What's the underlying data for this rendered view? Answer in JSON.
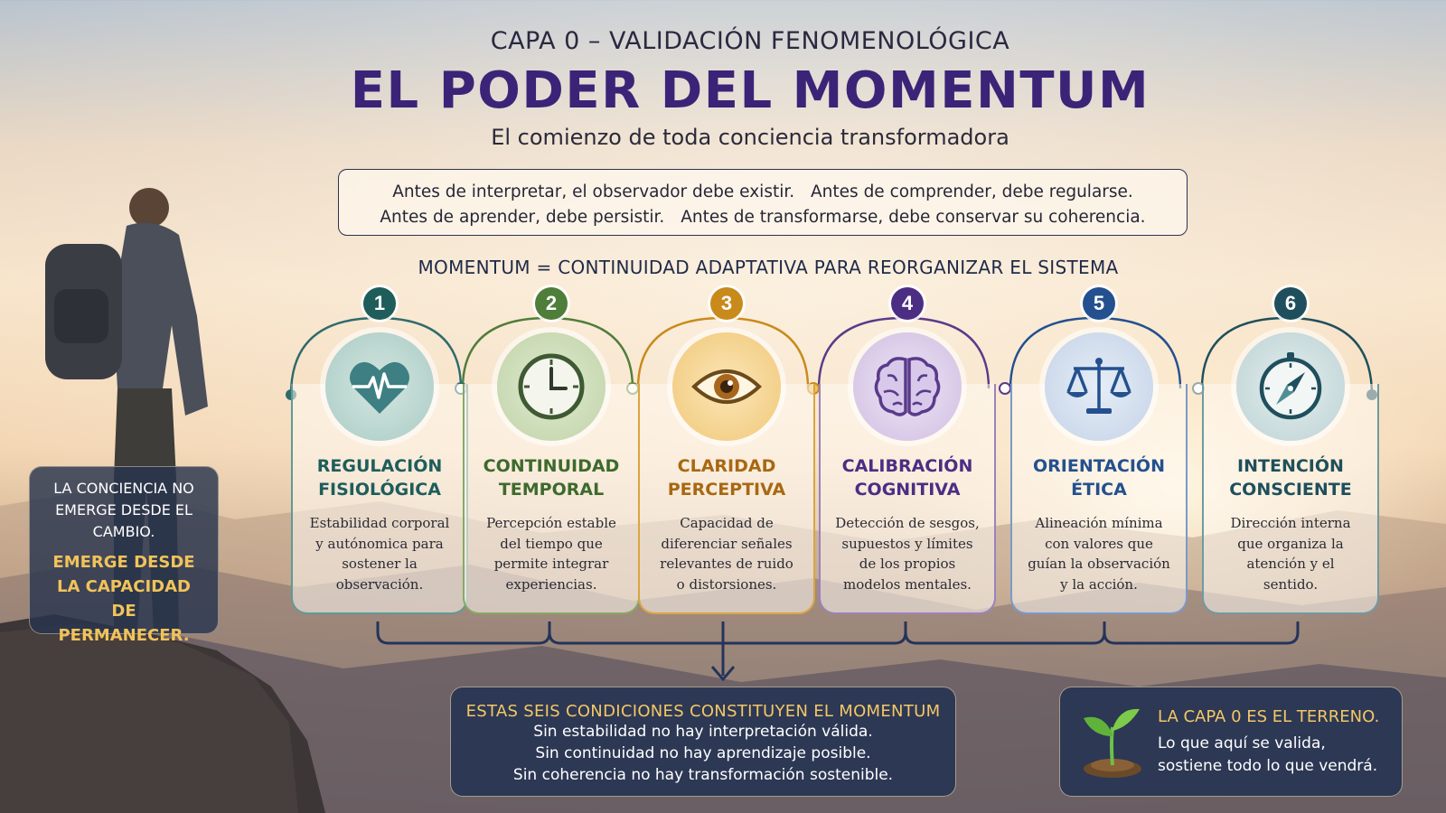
{
  "header": {
    "pre_title": "CAPA 0 – VALIDACIÓN FENOMENOLÓGICA",
    "title": "EL PODER DEL MOMENTUM",
    "subtitle": "El comienzo de toda conciencia transformadora"
  },
  "intro": {
    "line1_a": "Antes de interpretar, el observador debe existir.",
    "line1_b": "Antes de comprender, debe regularse.",
    "line2_a": "Antes de aprender, debe persistir.",
    "line2_b": "Antes de transformarse, debe conservar su coherencia."
  },
  "momentum_definition": "MOMENTUM = CONTINUIDAD ADAPTATIVA PARA REORGANIZAR EL SISTEMA",
  "conditions": [
    {
      "number": "1",
      "title_1": "REGULACIÓN",
      "title_2": "FISIOLÓGICA",
      "icon": "heart-pulse-icon",
      "color": "#2e6b6b",
      "desc": [
        "Estabilidad corporal",
        "y autónomica para",
        "sostener la",
        "observación."
      ]
    },
    {
      "number": "2",
      "title_1": "CONTINUIDAD",
      "title_2": "TEMPORAL",
      "icon": "clock-icon",
      "color": "#4f7d3a",
      "desc": [
        "Percepción estable",
        "del tiempo que",
        "permite integrar",
        "experiencias."
      ]
    },
    {
      "number": "3",
      "title_1": "CLARIDAD",
      "title_2": "PERCEPTIVA",
      "icon": "eye-icon",
      "color": "#c98a1c",
      "desc": [
        "Capacidad de",
        "diferenciar señales",
        "relevantes de ruido",
        "o distorsiones."
      ]
    },
    {
      "number": "4",
      "title_1": "CALIBRACIÓN",
      "title_2": "COGNITIVA",
      "icon": "brain-icon",
      "color": "#5a3a8a",
      "desc": [
        "Detección de sesgos,",
        "supuestos y límites",
        "de los propios",
        "modelos mentales."
      ]
    },
    {
      "number": "5",
      "title_1": "ORIENTACIÓN",
      "title_2": "ÉTICA",
      "icon": "balance-scale-icon",
      "color": "#24508f",
      "desc": [
        "Alineación mínima",
        "con valores que",
        "guían la observación",
        "y la acción."
      ]
    },
    {
      "number": "6",
      "title_1": "INTENCIÓN",
      "title_2": "CONSCIENTE",
      "icon": "compass-icon",
      "color": "#1f4f5c",
      "desc": [
        "Dirección interna",
        "que organiza la",
        "atención y el",
        "sentido."
      ]
    }
  ],
  "side_note": {
    "line1": "LA CONCIENCIA NO EMERGE DESDE EL CAMBIO.",
    "line2": "EMERGE DESDE LA CAPACIDAD DE PERMANECER."
  },
  "summary": {
    "title": "ESTAS SEIS CONDICIONES CONSTITUYEN EL MOMENTUM",
    "lines": [
      "Sin estabilidad no hay interpretación válida.",
      "Sin continuidad no hay aprendizaje posible.",
      "Sin coherencia no hay transformación sostenible."
    ]
  },
  "terrain": {
    "title": "LA CAPA 0 ES EL TERRENO.",
    "line1": "Lo que aquí se valida,",
    "line2": "sostiene todo lo que vendrá.",
    "icon": "sprout-icon"
  },
  "colors": {
    "title_purple": "#3b2477",
    "navy_box": "#26344f",
    "gold_text": "#f3c766"
  }
}
